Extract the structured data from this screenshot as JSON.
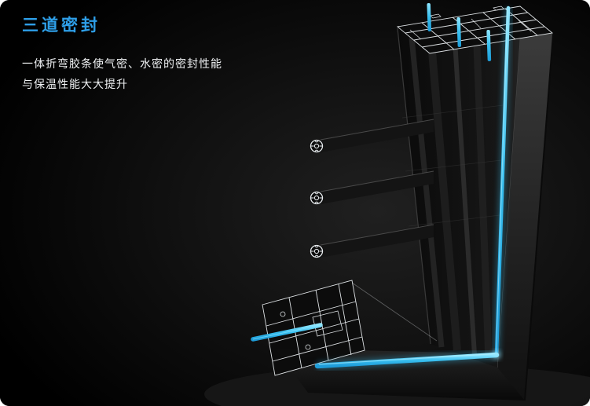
{
  "page": {
    "background_color": "#000000",
    "corner_radius": "12px"
  },
  "header": {
    "title": "三道密封",
    "title_color": "#2E9FE8",
    "desc_line1": "一体折弯胶条使气密、水密的密封性能",
    "desc_line2": "与保温性能大大提升",
    "desc_color": "#F0F2F4"
  },
  "diagram": {
    "name": "triple-seal-window-frame-corner-3d-render",
    "seal_color": "#38BFEF",
    "seal_highlight_color": "#8FE6FF",
    "wireframe_color": "#E8ECEF",
    "frame_color": "#161616",
    "gasket_icons": [
      "gasket-cross-section-1",
      "gasket-cross-section-2",
      "gasket-cross-section-3"
    ],
    "seal_strips": [
      "top-seal-pin-1",
      "top-seal-pin-2",
      "top-seal-pin-3",
      "vertical-seal-strip",
      "bottom-seal-strip",
      "cut-end-seal-strip"
    ]
  }
}
